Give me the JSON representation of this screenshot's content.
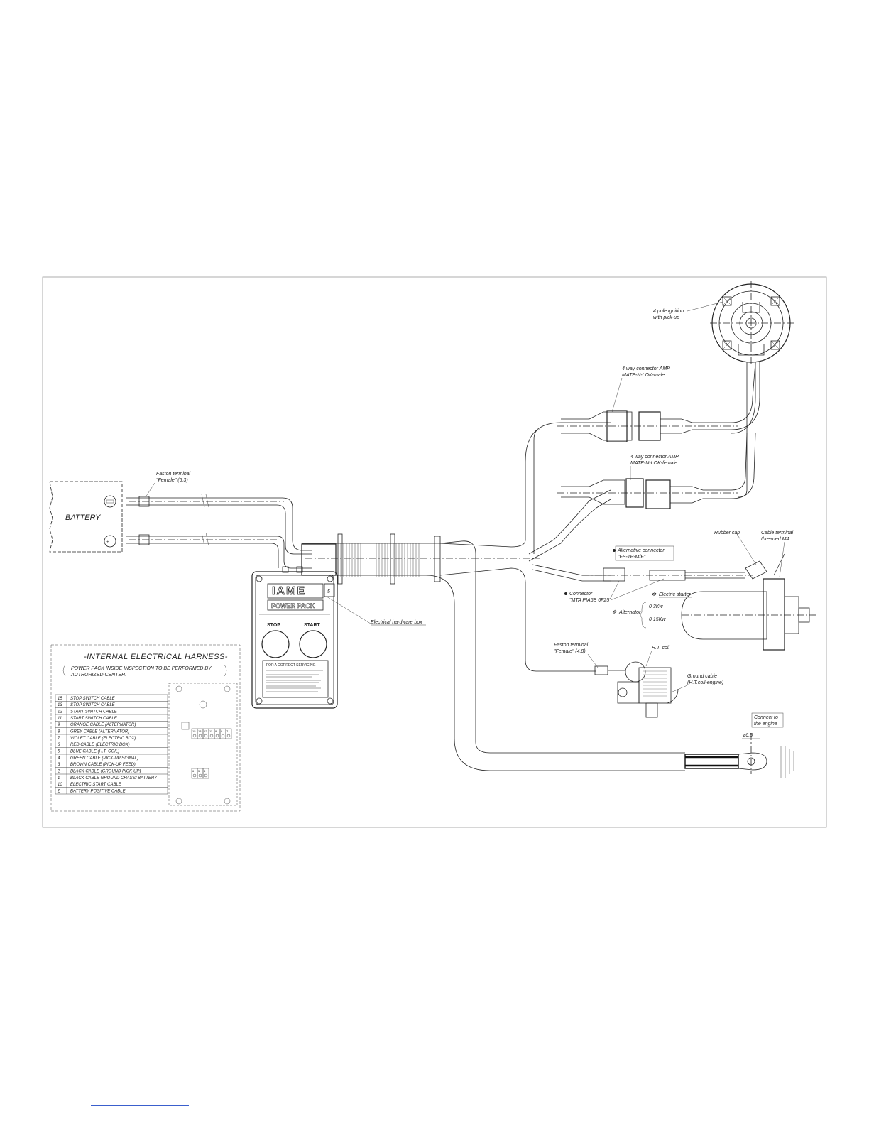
{
  "diagram": {
    "battery_label": "BATTERY",
    "faston_terminal_battery": [
      "Faston terminal",
      "\"Female\" (6.3)"
    ],
    "ignition_label": [
      "4 pole ignition",
      "with pick-up"
    ],
    "connector_male": [
      "4 way connector AMP",
      "MATE-N-LOK-male"
    ],
    "connector_female": [
      "4 way connector AMP",
      "MATE-N-LOK-female"
    ],
    "rubber_cap": "Rubber cap",
    "cable_terminal": [
      "Cable terminal",
      "threaded M4"
    ],
    "alternative_connector": [
      "Alternative connector",
      "\"FS-1P-M/F\""
    ],
    "connector_mta": [
      "Connector",
      "\"MTA PIA6B 6F25\""
    ],
    "electric_starter": "Electric starter",
    "alternator": "Alternator",
    "alternator_values": [
      "0.3Kw",
      "0.15Kw"
    ],
    "power_pack_brand": "IAME",
    "power_pack_label": "POWER PACK",
    "stop_label": "STOP",
    "start_label": "START",
    "electrical_hardware_box": "Electrical hardware box",
    "instruction_title": "FOR A CORRECT SERVICING",
    "faston_terminal_coil": [
      "Faston terminal",
      "\"Female\" (4.8)"
    ],
    "ht_coil": "H.T. coil",
    "ground_cable": [
      "Ground cable",
      "(H.T.coil-engine)"
    ],
    "connect_engine": [
      "Connect to",
      "the engine"
    ],
    "diameter": "ø6.5",
    "harness_title": "-INTERNAL ELECTRICAL HARNESS-",
    "harness_note": [
      "POWER PACK INSIDE INSPECTION TO BE PERFORMED BY",
      "AUTHORIZED CENTER."
    ],
    "harness_rows": [
      {
        "num": "15",
        "desc": "STOP SWITCH CABLE"
      },
      {
        "num": "13",
        "desc": "STOP SWITCH CABLE"
      },
      {
        "num": "12",
        "desc": "START SWITCH CABLE"
      },
      {
        "num": "11",
        "desc": "START SWITCH CABLE"
      },
      {
        "num": "9",
        "desc": "ORANGE CABLE  (ALTERNATOR)"
      },
      {
        "num": "8",
        "desc": "GREY CABLE    (ALTERNATOR)"
      },
      {
        "num": "7",
        "desc": "VIOLET CABLE   (ELECTRIC BOX)"
      },
      {
        "num": "6",
        "desc": "RED CABLE      (ELECTRIC BOX)"
      },
      {
        "num": "5",
        "desc": "BLUE CABLE     (H.T. COIL)"
      },
      {
        "num": "4",
        "desc": "GREEN CABLE   (PICK-UP SIGNAL)"
      },
      {
        "num": "3",
        "desc": "BROWN CABLE  (PICK-UP FEED)"
      },
      {
        "num": "2",
        "desc": "BLACK CABLE  (GROUND PICK-UP)"
      },
      {
        "num": "1",
        "desc": "BLACK CABLE GROUND CHASS/ BATTERY"
      },
      {
        "num": "10",
        "desc": "ELECTRIC START CABLE"
      },
      {
        "num": "Z",
        "desc": "BATTERY POSITIVE CABLE"
      }
    ],
    "terminal_numbers_top": [
      "15",
      "13",
      "12",
      "11",
      "9",
      "8",
      "7"
    ],
    "terminal_numbers_bottom": [
      "6",
      "5",
      "4"
    ]
  }
}
